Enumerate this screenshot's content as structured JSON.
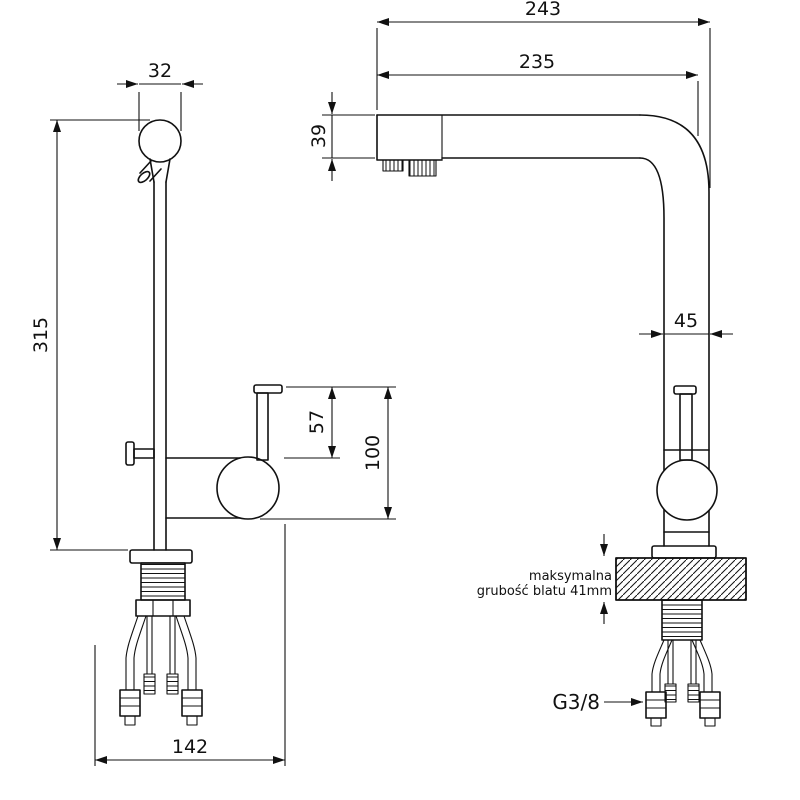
{
  "drawing": {
    "subject": "kitchen faucet technical drawing, two views, dimensions in mm",
    "front_view": {
      "dims": {
        "spout_head_width": "32",
        "total_height": "315",
        "lever_height": "57",
        "outlet_drop": "100",
        "base_spread": "142"
      }
    },
    "side_view": {
      "dims": {
        "overall_reach": "243",
        "spout_reach": "235",
        "spout_height": "39",
        "body_width": "45"
      },
      "notes": {
        "counter_line1": "maksymalna",
        "counter_line2": "grubość blatu 41mm",
        "thread": "G3/8"
      }
    }
  }
}
